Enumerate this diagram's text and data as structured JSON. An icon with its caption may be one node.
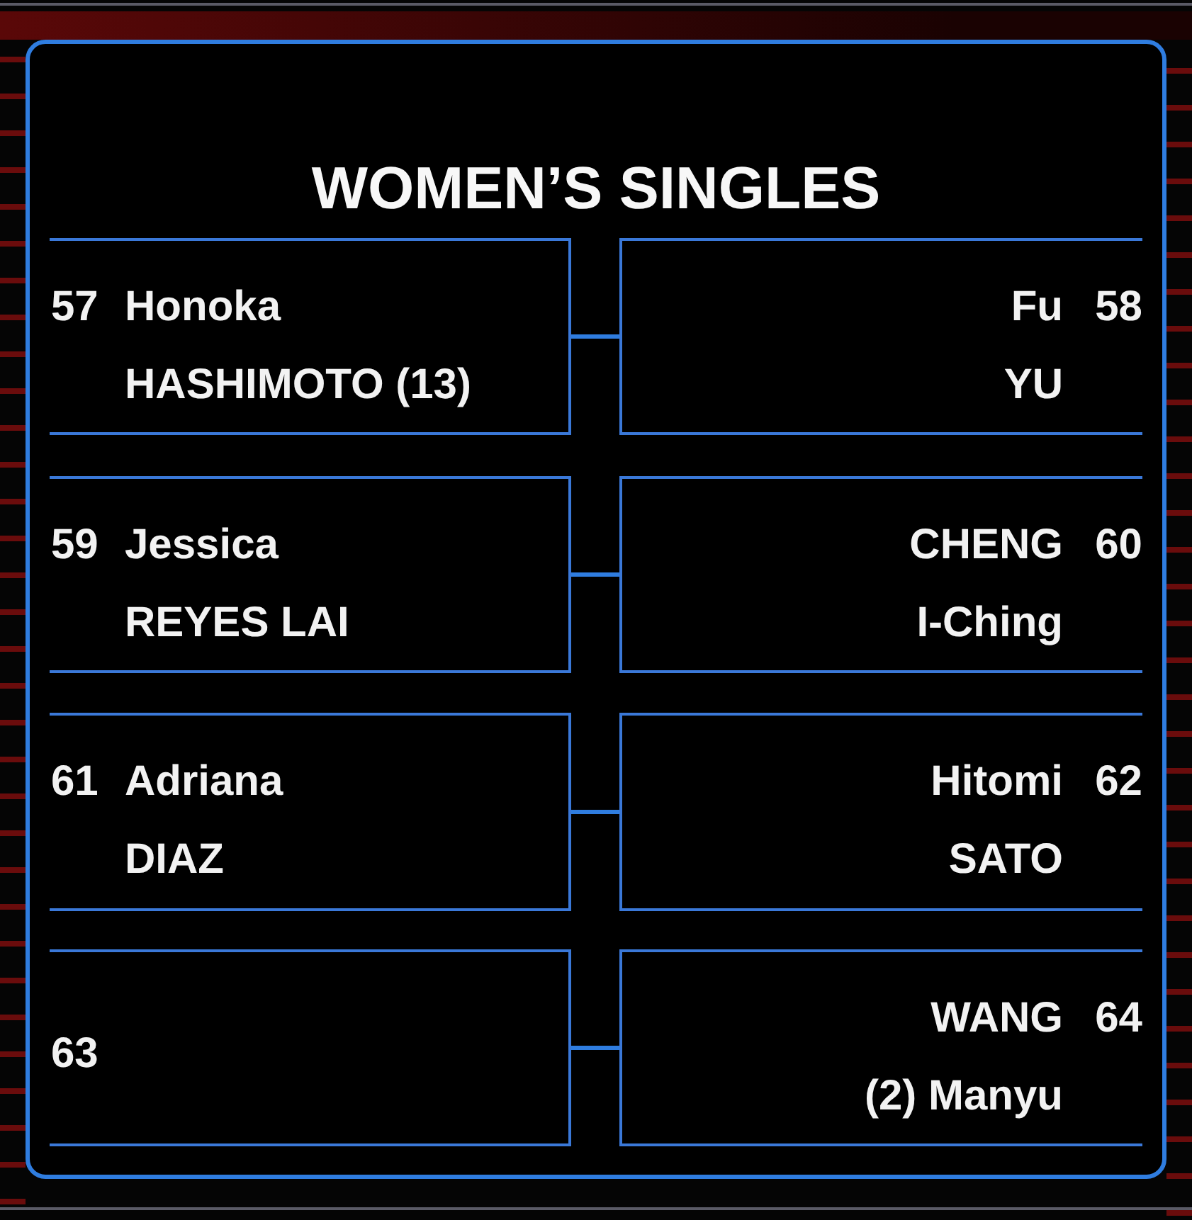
{
  "diagram": {
    "title": "WOMEN’S SINGLES",
    "nodes": [
      {
        "text": [
          "57",
          "Honoka",
          "HASHIMOTO (13)"
        ]
      },
      {
        "text": [
          "Fu",
          "58",
          "YU"
        ]
      },
      {
        "text": [
          "59",
          "Jessica",
          "REYES LAI"
        ]
      },
      {
        "text": [
          "CHENG",
          "60",
          "I-Ching"
        ]
      },
      {
        "text": [
          "61",
          "Adriana",
          "DIAZ"
        ]
      },
      {
        "text": [
          "Hitomi",
          "62",
          "SATO"
        ]
      },
      {
        "text": [
          "63"
        ]
      },
      {
        "text": [
          "WANG",
          "64",
          "(2) Manyu"
        ]
      }
    ],
    "edges": [
      {
        "from": 0,
        "to": 1,
        "arrow": "none"
      },
      {
        "from": 2,
        "to": 3,
        "arrow": "none"
      },
      {
        "from": 4,
        "to": 5,
        "arrow": "none"
      },
      {
        "from": 6,
        "to": 7,
        "arrow": "none"
      }
    ]
  }
}
